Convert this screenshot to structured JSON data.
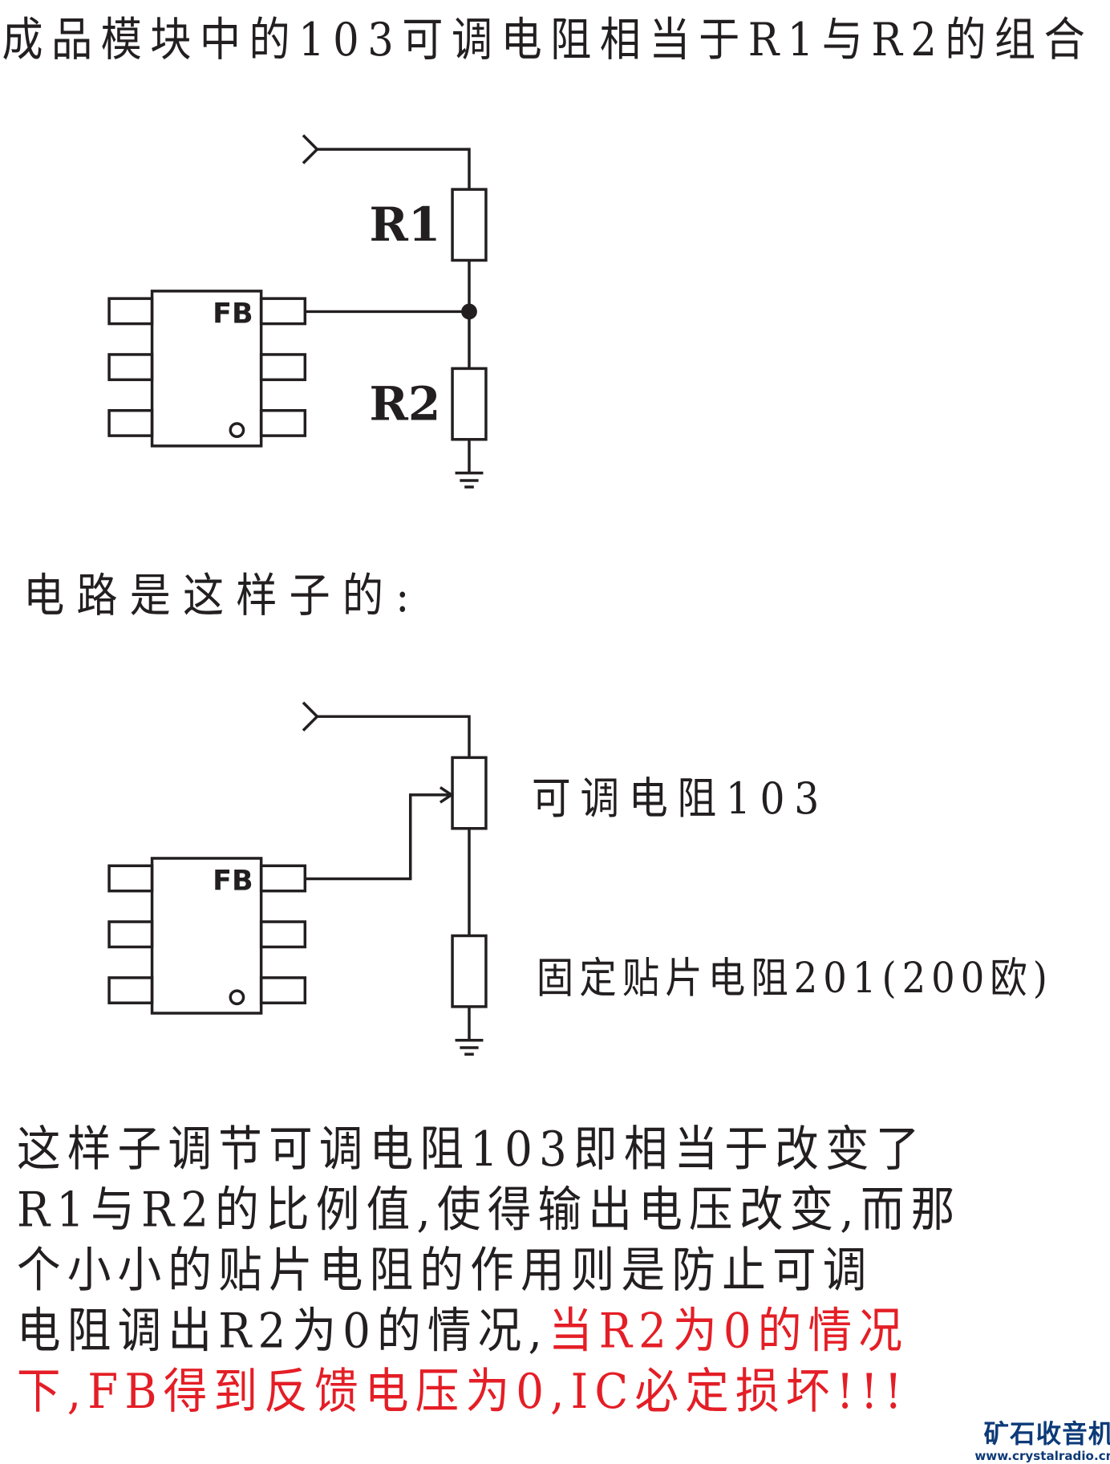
{
  "title": "成品模块中的103可调电阻相当于R1与R2的组合",
  "diagram1": {
    "r1_label": "R1",
    "r2_label": "R2",
    "pin_label": "FB"
  },
  "subtitle": "电路是这样子的:",
  "diagram2": {
    "pin_label": "FB",
    "pot_label": "可调电阻103",
    "fixed_label": "固定贴片电阻201(200欧)"
  },
  "paragraph": {
    "line1": "这样子调节可调电阻103即相当于改变了",
    "line2": "R1与R2的比例值,使得输出电压改变,而那",
    "line3": "个小小的贴片电阻的作用则是防止可调",
    "line4_black": "电阻调出R2为0的情况,",
    "line4_red": "当R2为0的情况",
    "line5_red": "下,FB得到反馈电压为0,IC必定损坏!!!"
  },
  "logo": {
    "name": "矿石收音机",
    "url": "www.crystalradio.cn"
  },
  "colors": {
    "text": "#231f20",
    "warning": "#e41e26",
    "logo": "#0d3a78"
  }
}
